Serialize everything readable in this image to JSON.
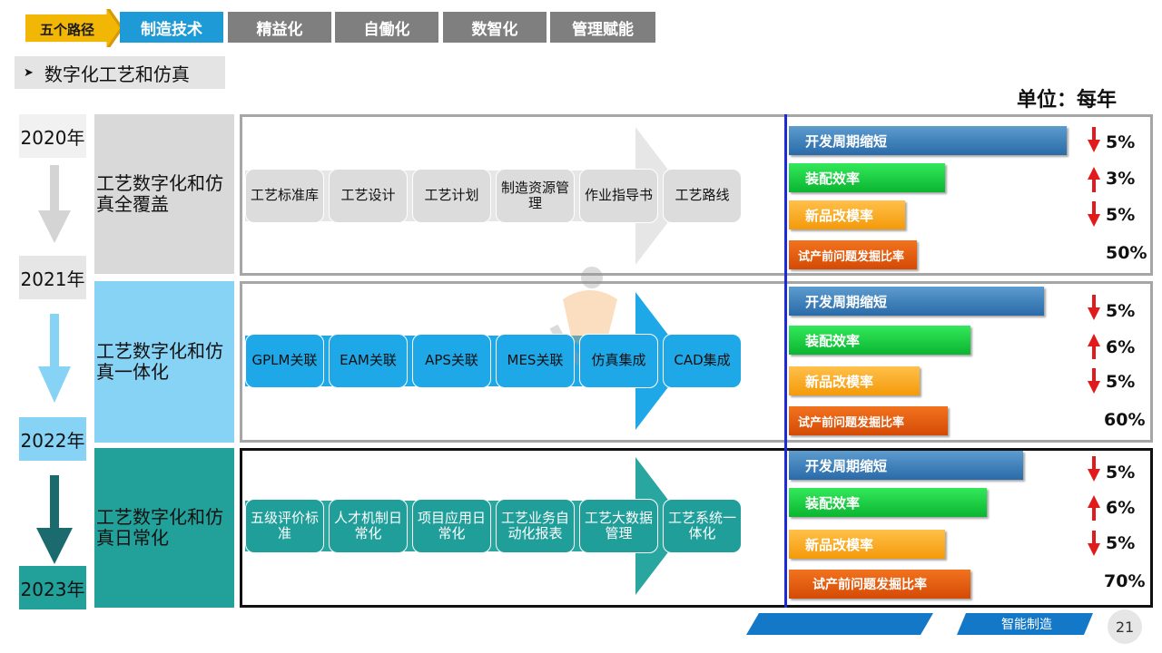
{
  "nav": {
    "badge": "五个路径",
    "tabs": [
      {
        "label": "制造技术",
        "active": true
      },
      {
        "label": "精益化",
        "active": false
      },
      {
        "label": "自働化",
        "active": false
      },
      {
        "label": "数智化",
        "active": false
      },
      {
        "label": "管理赋能",
        "active": false
      }
    ]
  },
  "section_title": "数字化工艺和仿真",
  "unit_label": "单位：每年",
  "years": [
    "2020年",
    "2021年",
    "2022年",
    "2023年"
  ],
  "rows": [
    {
      "category": "工艺数字化和仿真全覆盖",
      "chips": [
        "工艺标准库",
        "工艺设计",
        "工艺计划",
        "制造资源管理",
        "作业指导书",
        "工艺路线"
      ],
      "metrics": [
        {
          "label": "开发周期缩短",
          "value": "5%",
          "direction": "down",
          "color": "blue"
        },
        {
          "label": "装配效率",
          "value": "3%",
          "direction": "up",
          "color": "green"
        },
        {
          "label": "新品改模率",
          "value": "5%",
          "direction": "down",
          "color": "orange"
        },
        {
          "label": "试产前问题发掘比率",
          "value": "50%",
          "direction": "none",
          "color": "red"
        }
      ]
    },
    {
      "category": "工艺数字化和仿真一体化",
      "chips": [
        "GPLM关联",
        "EAM关联",
        "APS关联",
        "MES关联",
        "仿真集成",
        "CAD集成"
      ],
      "metrics": [
        {
          "label": "开发周期缩短",
          "value": "5%",
          "direction": "down",
          "color": "blue"
        },
        {
          "label": "装配效率",
          "value": "6%",
          "direction": "up",
          "color": "green"
        },
        {
          "label": "新品改模率",
          "value": "5%",
          "direction": "down",
          "color": "orange"
        },
        {
          "label": "试产前问题发掘比率",
          "value": "60%",
          "direction": "none",
          "color": "red"
        }
      ]
    },
    {
      "category": "工艺数字化和仿真日常化",
      "chips": [
        "五级评价标准",
        "人才机制日常化",
        "项目应用日常化",
        "工艺业务自动化报表",
        "工艺大数据管理",
        "工艺系统一体化"
      ],
      "metrics": [
        {
          "label": "开发周期缩短",
          "value": "5%",
          "direction": "down",
          "color": "blue"
        },
        {
          "label": "装配效率",
          "value": "6%",
          "direction": "up",
          "color": "green"
        },
        {
          "label": "新品改模率",
          "value": "5%",
          "direction": "down",
          "color": "orange"
        },
        {
          "label": "试产前问题发掘比率",
          "value": "70%",
          "direction": "none",
          "color": "red"
        }
      ]
    }
  ],
  "footer": {
    "label": "智能制造",
    "page_number": "21"
  },
  "colors": {
    "accent_blue": "#1e9bd7",
    "nav_gray": "#7f7f7f",
    "badge_gold": "#f2b705",
    "row1_fill": "#d9d9d9",
    "row2_fill": "#86d3f5",
    "row3_fill": "#22a19b",
    "divider": "#1c2bd6",
    "arrow_up_down": "#e11b1b"
  }
}
